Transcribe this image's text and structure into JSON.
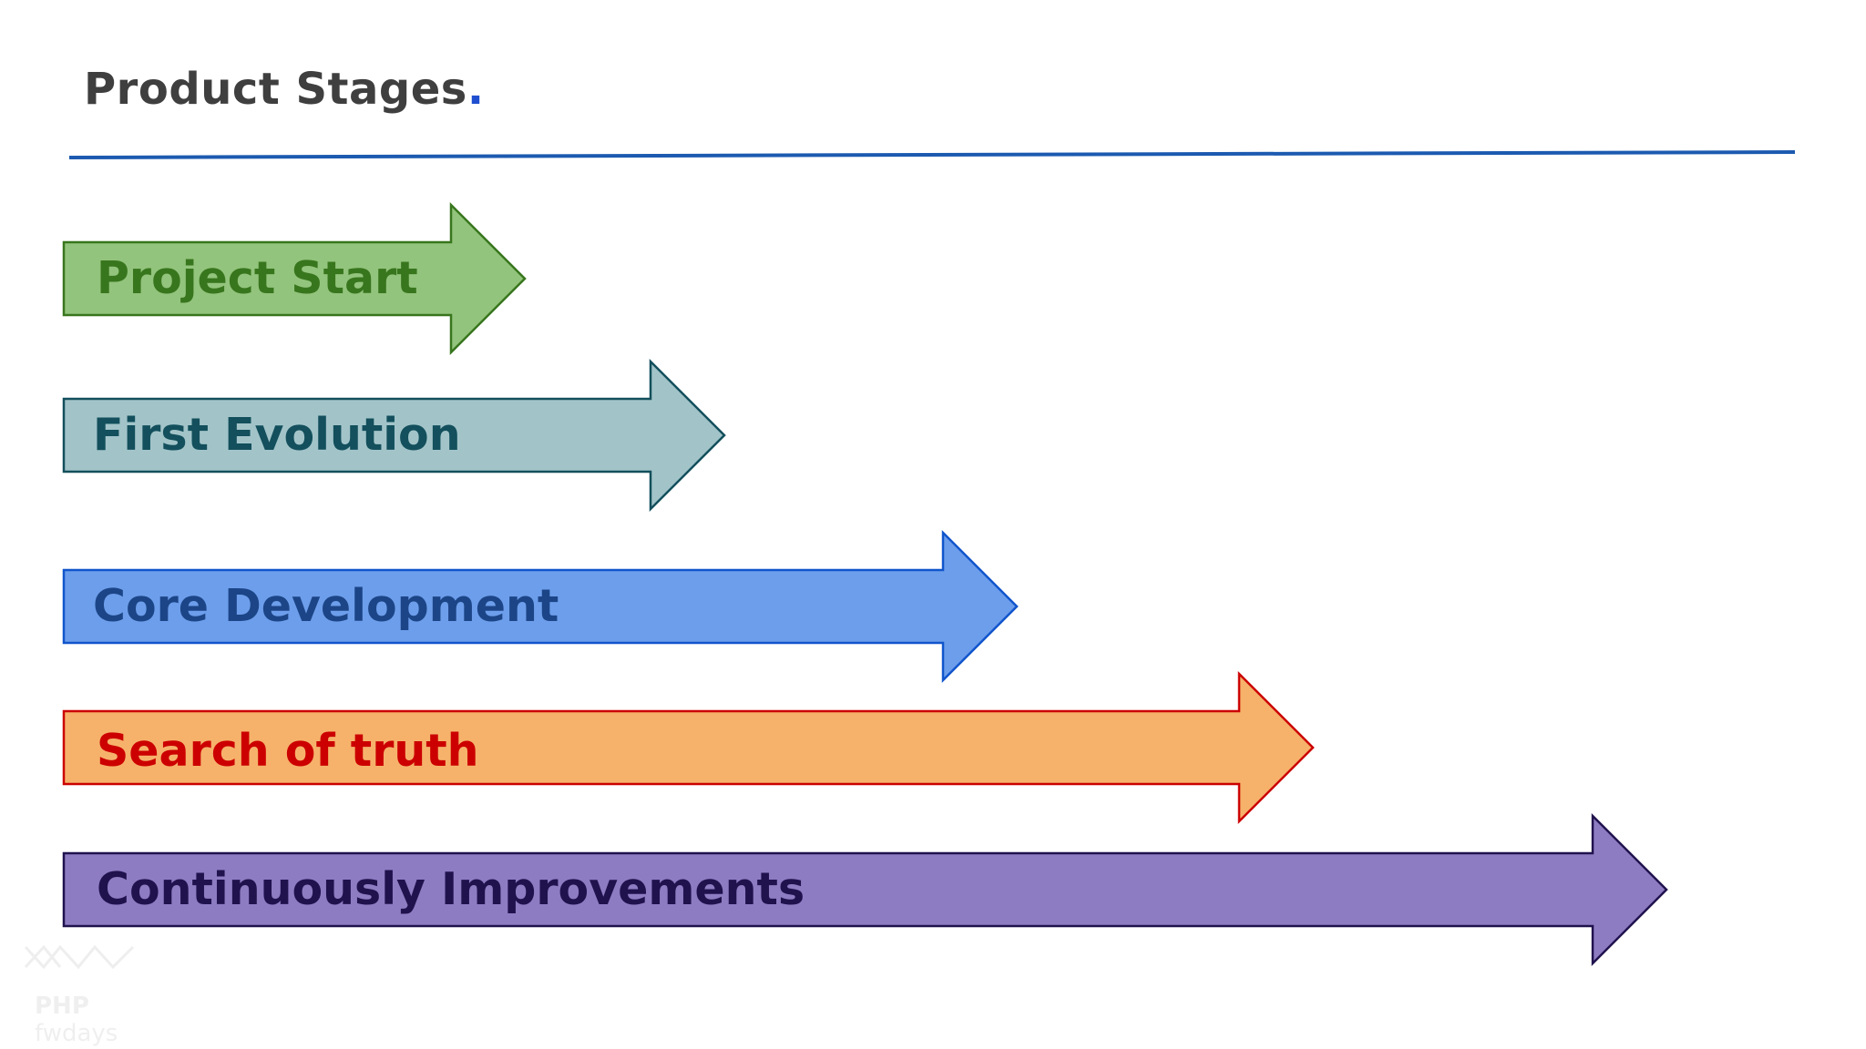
{
  "slide": {
    "title": "Product Stages",
    "title_dot": "."
  },
  "stages": [
    {
      "label": "Project Start",
      "fill": "#93c47d",
      "stroke": "#38761d",
      "text_color": "#38761d"
    },
    {
      "label": "First Evolution",
      "fill": "#a2c4c9",
      "stroke": "#134f5c",
      "text_color": "#134f5c"
    },
    {
      "label": "Core Development",
      "fill": "#6d9eeb",
      "stroke": "#1155cc",
      "text_color": "#1c4587"
    },
    {
      "label": "Search of truth",
      "fill": "#f6b26b",
      "stroke": "#cc0000",
      "text_color": "#cc0000"
    },
    {
      "label": "Continuously Improvements",
      "fill": "#8e7cc3",
      "stroke": "#20124d",
      "text_color": "#20124d"
    }
  ],
  "colors": {
    "rule": "#1c5ab0",
    "title": "#3f3f3f",
    "title_dot": "#1f4fd0"
  },
  "watermark": {
    "line1": "PHP",
    "line2": "fwdays"
  }
}
